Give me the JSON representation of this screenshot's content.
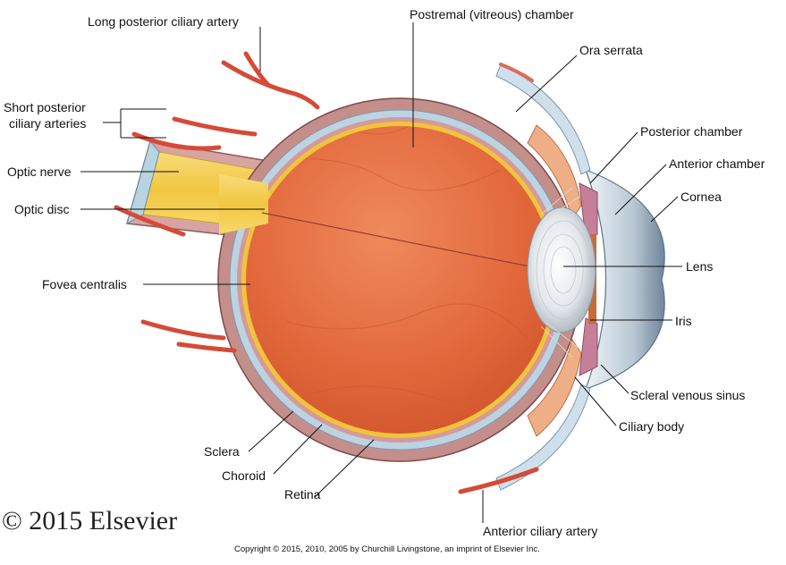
{
  "labels": {
    "long_posterior_ciliary_artery": "Long posterior ciliary artery",
    "postremal_chamber": "Postremal (vitreous) chamber",
    "ora_serrata": "Ora serrata",
    "short_posterior_line1": "Short posterior",
    "short_posterior_line2": "ciliary arteries",
    "optic_nerve": "Optic nerve",
    "optic_disc": "Optic disc",
    "fovea_centralis": "Fovea centralis",
    "sclera": "Sclera",
    "choroid": "Choroid",
    "retina": "Retina",
    "posterior_chamber": "Posterior chamber",
    "anterior_chamber": "Anterior chamber",
    "cornea": "Cornea",
    "lens": "Lens",
    "iris": "Iris",
    "scleral_venous_sinus": "Scleral venous sinus",
    "ciliary_body": "Ciliary body",
    "anterior_ciliary_artery": "Anterior ciliary artery"
  },
  "watermark": "© 2015 Elsevier",
  "copyright": "Copyright © 2015, 2010, 2005 by Churchill Livingstone, an imprint of Elsevier Inc.",
  "colors": {
    "sclera": "#c48f8b",
    "choroid_blue": "#bcd3e3",
    "retina_yellow": "#f2c43c",
    "vitreous": "#e0643a",
    "vitreous_light": "#ea8257",
    "artery": "#d64a38",
    "optic_nerve": "#f4cd50",
    "lens": "#e6eaee",
    "cornea": "#9fb6c8",
    "iris": "#c77f99",
    "leader": "#111111"
  }
}
